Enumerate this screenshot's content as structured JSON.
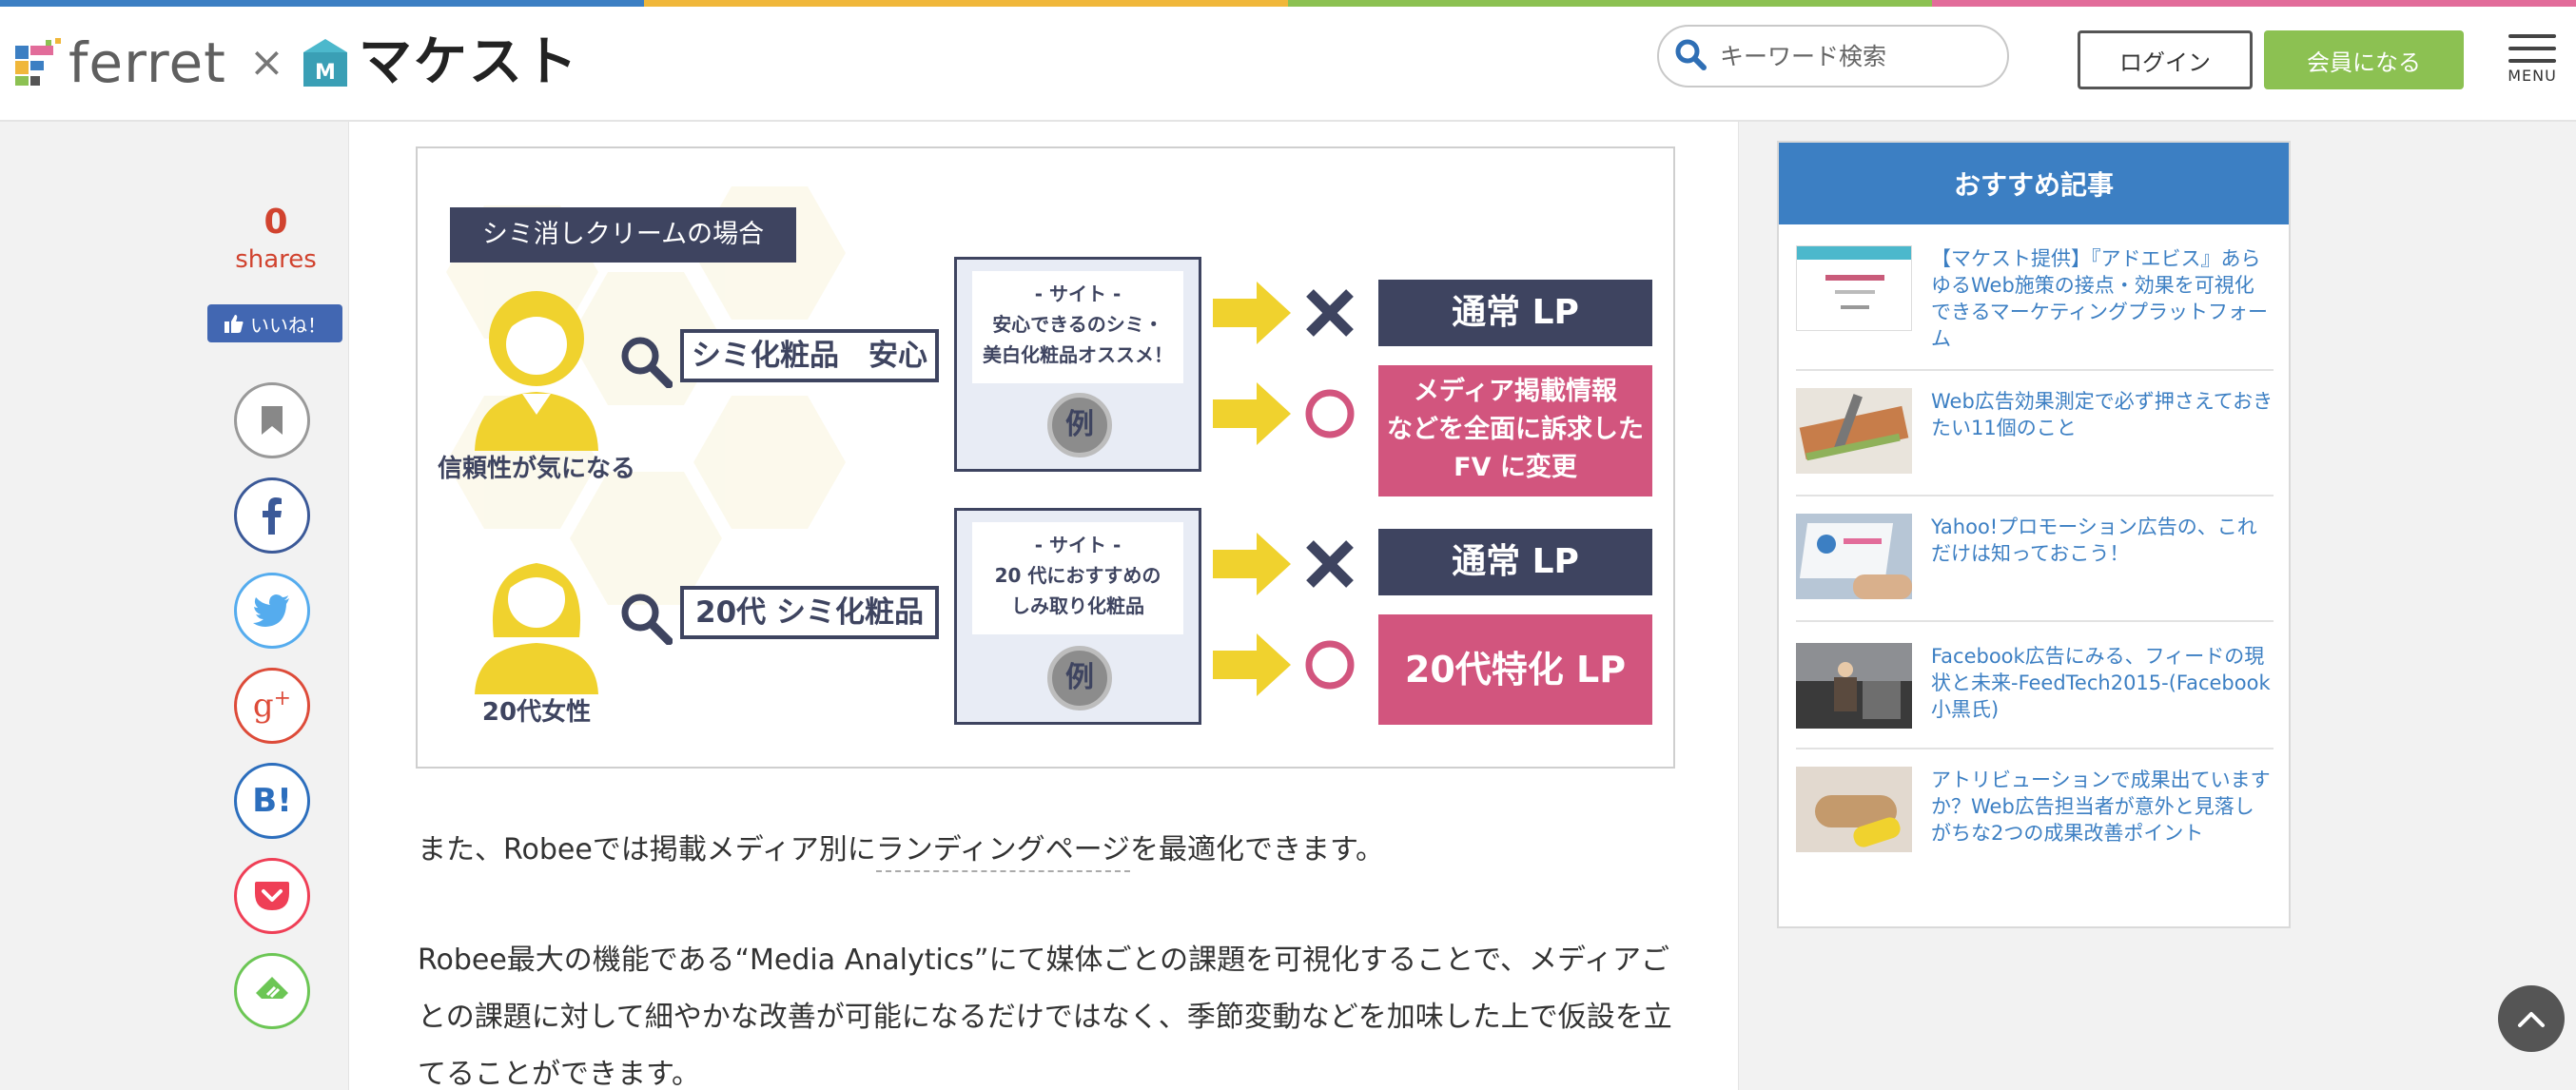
{
  "header": {
    "brand_ferret": "ferret",
    "brand_separator": "×",
    "brand_maqest": "マケスト",
    "search_placeholder": "キーワード検索",
    "login_label": "ログイン",
    "join_label": "会員になる",
    "menu_label": "MENU",
    "stripe_colors": [
      "#3c7fc3",
      "#f0b73a",
      "#8cc152",
      "#e26c9a"
    ]
  },
  "share": {
    "count": "0",
    "count_label": "shares",
    "like_label": "いいね！",
    "buttons": [
      {
        "name": "bookmark",
        "color": "#999999"
      },
      {
        "name": "facebook",
        "color": "#3b5998"
      },
      {
        "name": "twitter",
        "color": "#55acee"
      },
      {
        "name": "google-plus",
        "color": "#dd4b39"
      },
      {
        "name": "hatena",
        "color": "#2c6ebd"
      },
      {
        "name": "pocket",
        "color": "#ef3f56"
      },
      {
        "name": "feedly",
        "color": "#6cc655"
      }
    ]
  },
  "figure": {
    "case_title": "シミ消しクリームの場合",
    "rows": [
      {
        "persona": "信頼性が気になる",
        "keyword": "シミ化粧品　安心",
        "site_label": "- サイト -",
        "site_line1": "安心できるのシミ・",
        "site_line2": "美白化粧品オススメ！",
        "example": "例",
        "bad_result": "通常 LP",
        "good_line1": "メディア掲載情報",
        "good_line2": "などを全面に訴求した",
        "good_line3": "FV に変更"
      },
      {
        "persona": "20代女性",
        "keyword": "20代 シミ化粧品",
        "site_label": "- サイト -",
        "site_line1": "20 代におすすめの",
        "site_line2": "しみ取り化粧品",
        "example": "例",
        "bad_result": "通常 LP",
        "good_line1": "20代特化 LP"
      }
    ],
    "colors": {
      "navy": "#3e4460",
      "pink": "#d2557e",
      "yellow": "#f0d22e",
      "panel": "#e8ecf5"
    }
  },
  "article": {
    "p1_before": "また、Robeeでは掲載メディア別に",
    "p1_link": "ランディングページ",
    "p1_after": "を最適化できます。",
    "p2_line1": "Robee最大の機能である“Media Analytics”にて媒体ごとの課題を可視化することで、メディアご",
    "p2_line2": "との課題に対して細やかな改善が可能になるだけではなく、季節変動などを加味した上で仮設を立",
    "p2_line3": "てることができます。"
  },
  "sidebar": {
    "title": "おすすめ記事",
    "items": [
      {
        "title": "【マケスト提供】『アドエビス』あらゆるWeb施策の接点・効果を可視化できるマーケティングプラットフォーム"
      },
      {
        "title": "Web広告効果測定で必ず押さえておきたい11個のこと"
      },
      {
        "title": "Yahoo!プロモーション広告の、これだけは知っておこう！"
      },
      {
        "title": "Facebook広告にみる、フィードの現状と未来-FeedTech2015-(Facebook小黒氏)"
      },
      {
        "title": "アトリビューションで成果出ていますか？Web広告担当者が意外と見落しがちな2つの成果改善ポイント"
      }
    ]
  }
}
